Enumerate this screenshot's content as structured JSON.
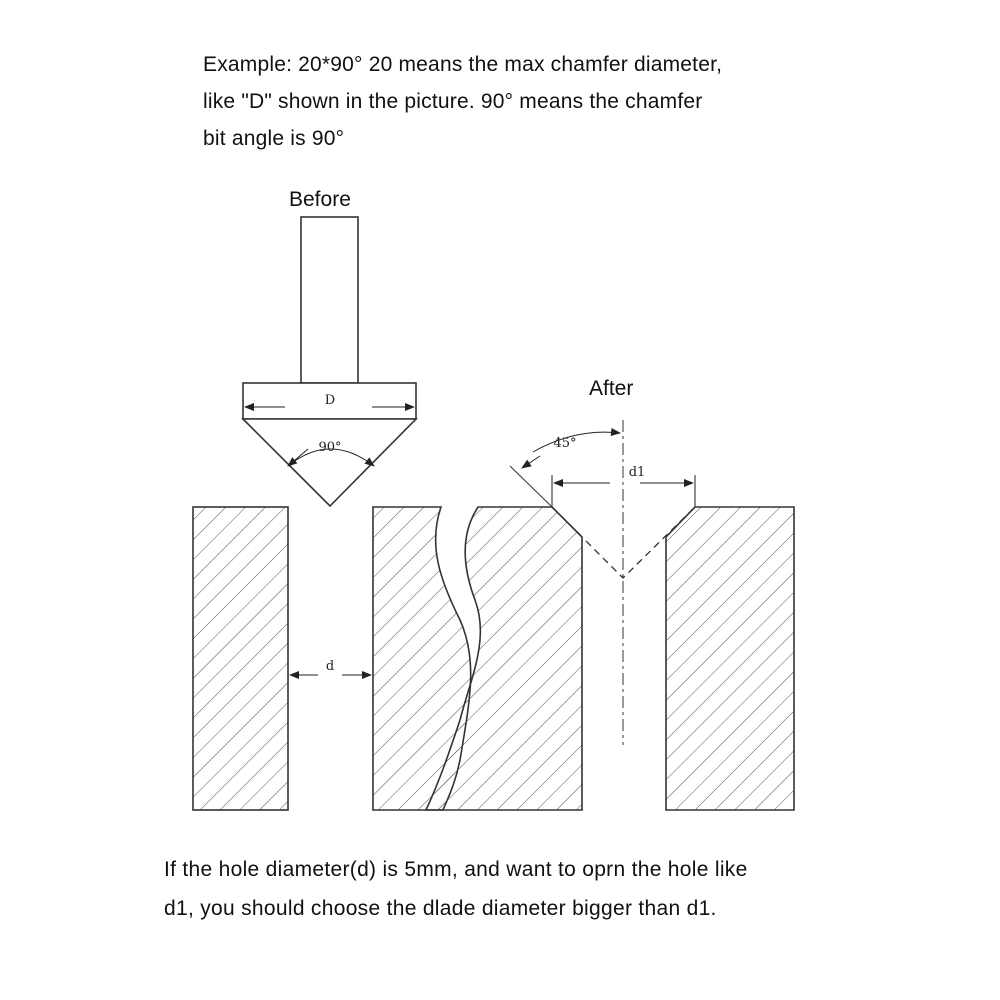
{
  "intro": {
    "line1": "Example: 20*90°   20 means the max chamfer diameter,",
    "line2": "like \"D\" shown in the picture.  90°  means the chamfer",
    "line3": "bit angle is 90°"
  },
  "diagram": {
    "before_label": "Before",
    "after_label": "After",
    "dim_D": "D",
    "angle_90": "90°",
    "angle_45": "45°",
    "dim_d1": "d1",
    "dim_d": "d",
    "line_color": "#333333"
  },
  "footer": {
    "line1": "If the hole diameter(d) is 5mm, and want to oprn the hole like",
    "line2": "d1, you should choose the dlade diameter bigger than d1."
  }
}
